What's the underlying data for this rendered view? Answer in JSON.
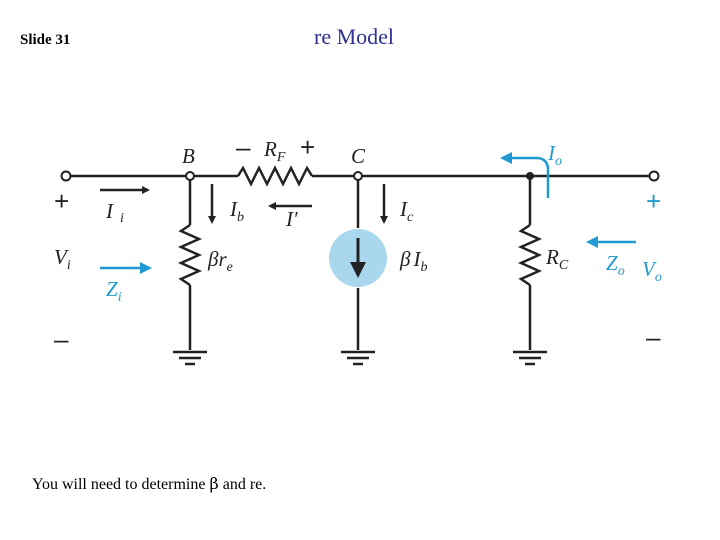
{
  "slide": {
    "number_label": "Slide 31",
    "title": "re Model",
    "footnote_prefix": "You will need to determine ",
    "footnote_symbol": "β",
    "footnote_suffix": " and re."
  },
  "circuit": {
    "node_b": "B",
    "node_c": "C",
    "rf_main": "R",
    "rf_sub": "F",
    "rf_minus": "–",
    "rf_plus": "+",
    "ii_main": "I",
    "ii_sub": "i",
    "ib_main": "I",
    "ib_sub": "b",
    "iprime": "I′",
    "ic_main": "I",
    "ic_sub": "c",
    "io_main": "I",
    "io_sub": "o",
    "bre_beta": "β",
    "bre_main": "r",
    "bre_sub": "e",
    "bib_beta": "β",
    "bib_main": "I",
    "bib_sub": "b",
    "rc_main": "R",
    "rc_sub": "C",
    "vi_main": "V",
    "vi_sub": "i",
    "zi_main": "Z",
    "zi_sub": "i",
    "zo_main": "Z",
    "zo_sub": "o",
    "vo_main": "V",
    "vo_sub": "o",
    "in_plus": "+",
    "in_minus": "–",
    "out_plus": "+",
    "out_minus": "–"
  },
  "colors": {
    "accent": "#1f9bd1",
    "source_fill": "#a9d8ee",
    "title": "#2e3192"
  }
}
